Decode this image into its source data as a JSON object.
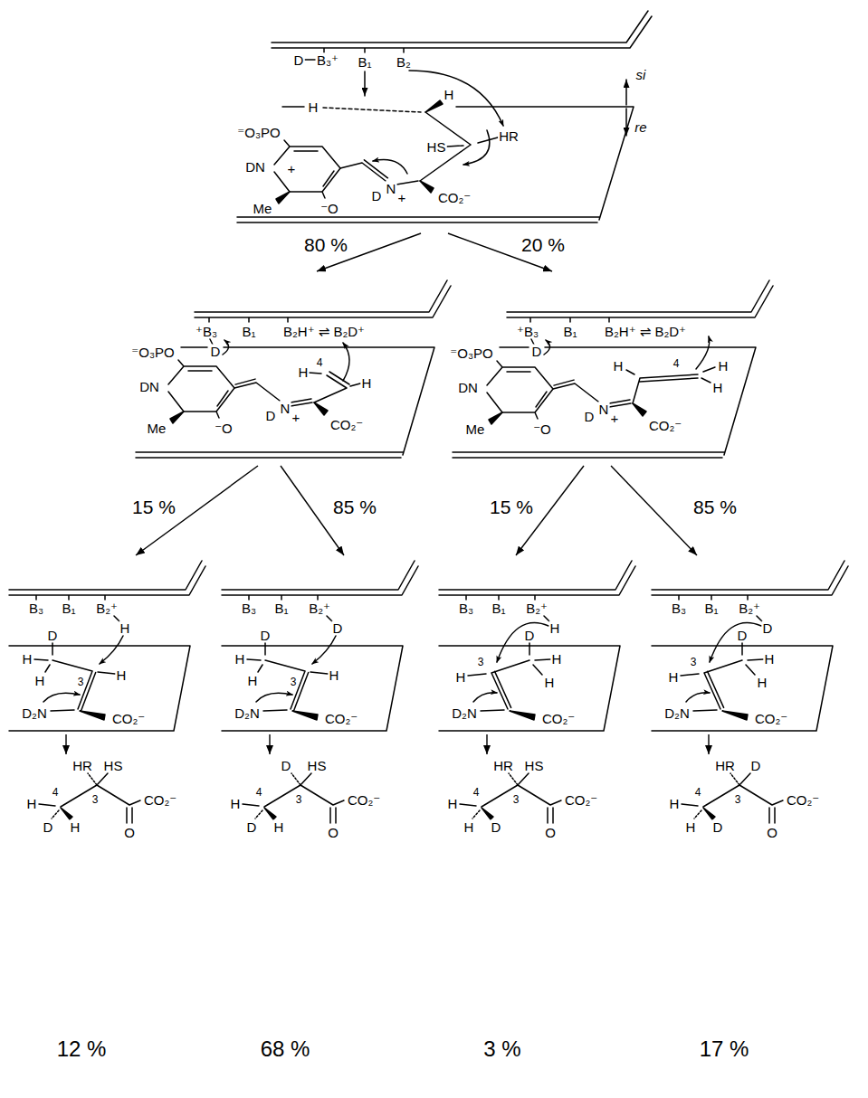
{
  "diagram": {
    "nodes": [
      {
        "text": [
          "D",
          "B₃⁺",
          "B₁",
          "B₂",
          "si",
          "re",
          "H",
          "H",
          "HS",
          "HR",
          "⁼O₃PO",
          "DN",
          "+",
          "Me",
          "⁻O",
          "N",
          "D",
          "+",
          "CO₂⁻"
        ]
      },
      {
        "text": [
          "⁺B₃",
          "D",
          "B₁",
          "B₂H⁺ ⇌ B₂D⁺",
          "⁼O₃PO",
          "DN",
          "Me",
          "⁻O",
          "N",
          "D",
          "+",
          "H",
          "4",
          "H",
          "CO₂⁻"
        ]
      },
      {
        "text": [
          "⁺B₃",
          "D",
          "B₁",
          "B₂H⁺ ⇌ B₂D⁺",
          "⁼O₃PO",
          "DN",
          "Me",
          "⁻O",
          "N",
          "D",
          "+",
          "H",
          "4",
          "H",
          "H",
          "CO₂⁻"
        ]
      },
      {
        "text": [
          "B₃",
          "B₁",
          "B₂⁺",
          "H",
          "D",
          "H",
          "H",
          "3",
          "H",
          "D₂N",
          "CO₂⁻"
        ]
      },
      {
        "text": [
          "B₃",
          "B₁",
          "B₂⁺",
          "D",
          "D",
          "H",
          "H",
          "3",
          "H",
          "D₂N",
          "CO₂⁻"
        ]
      },
      {
        "text": [
          "B₃",
          "B₁",
          "B₂⁺",
          "H",
          "D",
          "H",
          "3",
          "H",
          "H",
          "D₂N",
          "CO₂⁻"
        ]
      },
      {
        "text": [
          "B₃",
          "B₁",
          "B₂⁺",
          "D",
          "D",
          "H",
          "3",
          "H",
          "H",
          "D₂N",
          "CO₂⁻"
        ]
      },
      {
        "text": [
          "HR",
          "HS",
          "H",
          "4",
          "3",
          "CO₂⁻",
          "D",
          "H",
          "O"
        ]
      },
      {
        "text": [
          "D",
          "HS",
          "H",
          "4",
          "3",
          "CO₂⁻",
          "D",
          "H",
          "O"
        ]
      },
      {
        "text": [
          "HR",
          "HS",
          "H",
          "4",
          "3",
          "CO₂⁻",
          "H",
          "D",
          "O"
        ]
      },
      {
        "text": [
          "HR",
          "D",
          "H",
          "4",
          "3",
          "CO₂⁻",
          "H",
          "D",
          "O"
        ]
      }
    ],
    "edges": [
      {
        "from": 0,
        "to": 1,
        "label": "80 %",
        "arrow": "to"
      },
      {
        "from": 0,
        "to": 2,
        "label": "20 %",
        "arrow": "to"
      },
      {
        "from": 1,
        "to": 3,
        "label": "15 %",
        "arrow": "to"
      },
      {
        "from": 1,
        "to": 4,
        "label": "85 %",
        "arrow": "to"
      },
      {
        "from": 2,
        "to": 5,
        "label": "15 %",
        "arrow": "to"
      },
      {
        "from": 2,
        "to": 6,
        "label": "85 %",
        "arrow": "to"
      },
      {
        "from": 3,
        "to": 7,
        "arrow": "to"
      },
      {
        "from": 4,
        "to": 8,
        "arrow": "to"
      },
      {
        "from": 5,
        "to": 9,
        "arrow": "to"
      },
      {
        "from": 6,
        "to": 10,
        "arrow": "to"
      }
    ],
    "labels": [
      "12 %",
      "68 %",
      "3 %",
      "17 %"
    ]
  }
}
